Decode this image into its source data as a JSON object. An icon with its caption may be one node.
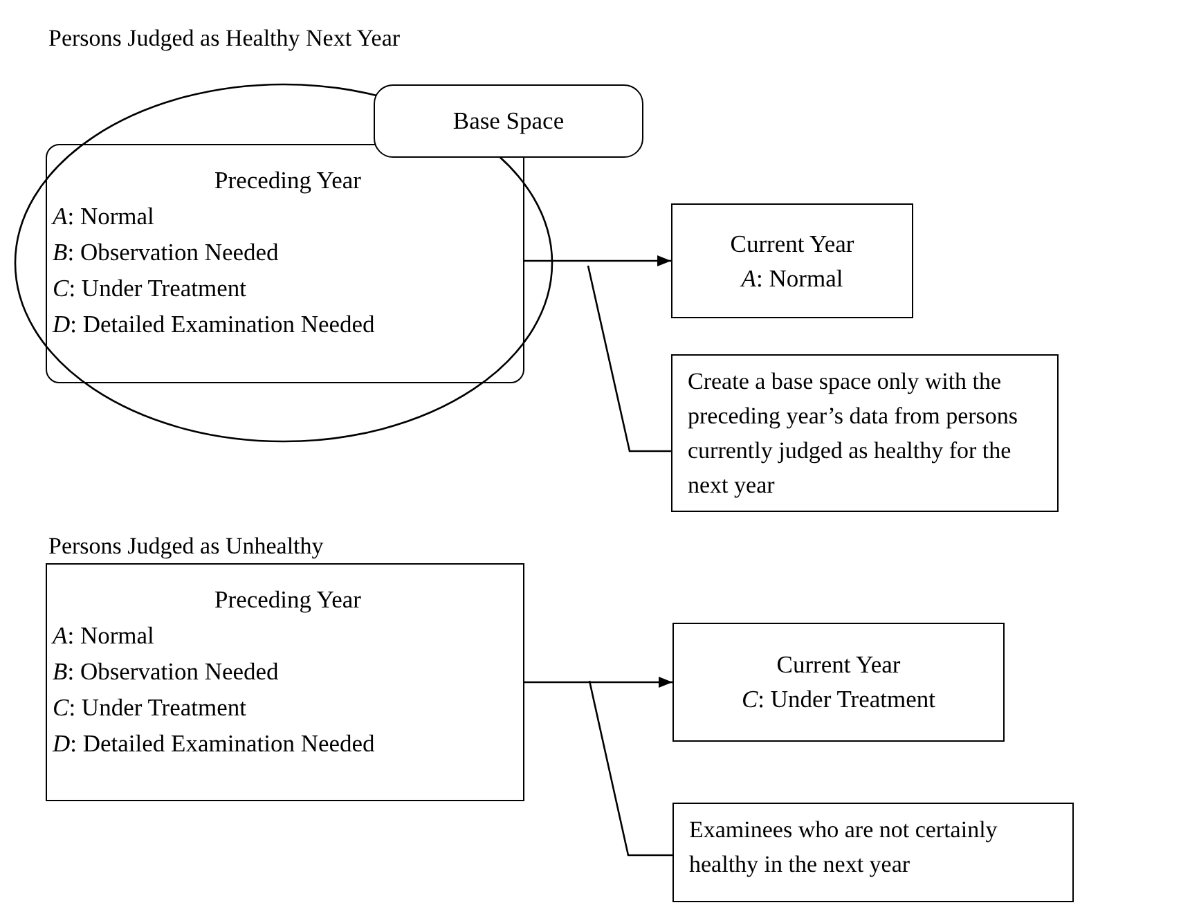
{
  "diagram": {
    "nodes": [
      {
        "text": [
          "Base Space"
        ]
      },
      {
        "text": [
          "Preceding Year",
          "*A*: Normal",
          "*B*: Observation Needed",
          "*C*: Under Treatment",
          "*D*: Detailed Examination Needed"
        ]
      },
      {
        "text": [
          "Current Year",
          "*A*: Normal"
        ]
      },
      {
        "text": [
          "Create a base space only with the preceding year’s data from persons currently judged as healthy for the next year"
        ]
      },
      {
        "text": [
          "Preceding Year",
          "*A*: Normal",
          "*B*: Observation Needed",
          "*C*: Under Treatment",
          "*D*: Detailed Examination Needed"
        ]
      },
      {
        "text": [
          "Current Year",
          "*C*: Under Treatment"
        ]
      },
      {
        "text": [
          "Examinees who are not certainly healthy in the next year"
        ]
      }
    ],
    "edges": [
      {
        "from": 1,
        "to": 2,
        "arrow": "to"
      },
      {
        "from": 3,
        "to": null,
        "arrow": "none"
      },
      {
        "from": 4,
        "to": 5,
        "arrow": "to"
      },
      {
        "from": 6,
        "to": null,
        "arrow": "none"
      }
    ],
    "labels": [
      "Persons Judged as Healthy Next Year",
      "Persons Judged as Unhealthy"
    ]
  }
}
